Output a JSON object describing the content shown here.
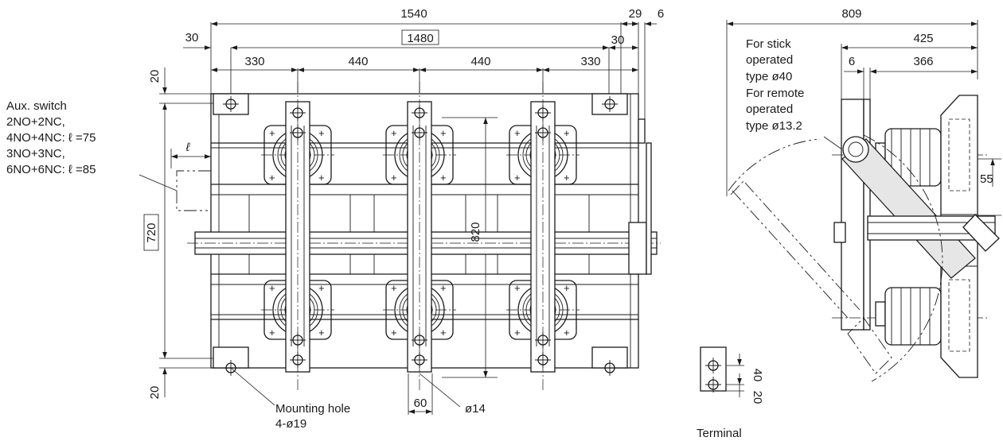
{
  "front_view": {
    "dims": {
      "overall_width": "1540",
      "dim_29": "29",
      "dim_6": "6",
      "left_offset": "30",
      "mounting_span": "1480",
      "right_offset": "30",
      "pitch_outer_left": "330",
      "pitch_inner_left": "440",
      "pitch_inner_right": "440",
      "pitch_outer_right": "330",
      "top_edge": "20",
      "bottom_edge": "20",
      "mounting_height": "720",
      "pole_height": "820",
      "terminal_width": "60",
      "terminal_hole": "ø14"
    },
    "aux_switch": {
      "lines": [
        "Aux. switch",
        "2NO+2NC,",
        "4NO+4NC: ℓ =75",
        "3NO+3NC,",
        "6NO+6NC: ℓ =85"
      ],
      "ell_symbol": "ℓ"
    },
    "mounting_hole": {
      "label": "Mounting hole",
      "spec": "4-ø19"
    }
  },
  "side_view": {
    "dims": {
      "overall_depth": "809",
      "base_depth": "425",
      "plate_gap": "6",
      "insulator_depth": "366",
      "handle_offset": "55"
    },
    "operating_note": {
      "lines": [
        "For stick",
        "operated",
        "type ø40",
        "For remote",
        "operated",
        "type ø13.2"
      ]
    }
  },
  "terminal_detail": {
    "label": "Terminal",
    "dim_hole_pitch": "40",
    "dim_edge": "20"
  }
}
